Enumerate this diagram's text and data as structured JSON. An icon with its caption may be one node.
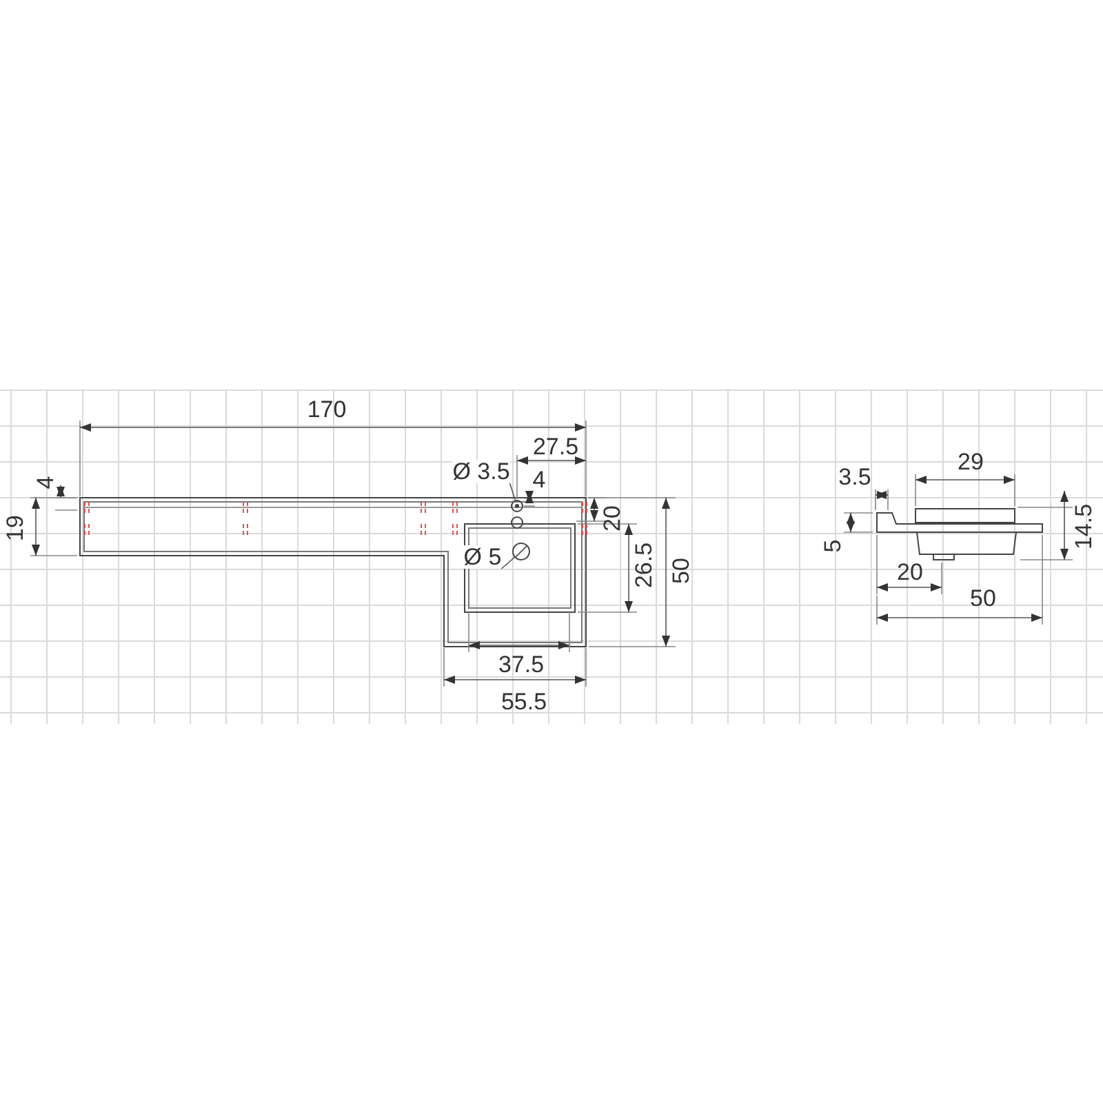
{
  "diagram": {
    "nodes": [
      {
        "text": [
          "Ø 3.5"
        ]
      },
      {
        "text": [],
        "shape": "circle"
      },
      {
        "text": [
          "Ø 5"
        ]
      },
      {
        "text": [],
        "shape": "circle"
      }
    ],
    "edges": [
      {
        "from": 0,
        "to": 1,
        "arrow": "none"
      },
      {
        "from": 2,
        "to": 3,
        "arrow": "none"
      }
    ],
    "labels": [
      "170",
      "27.5",
      "4",
      "19",
      "4",
      "20",
      "50",
      "26.5",
      "37.5",
      "55.5",
      "3.5",
      "29",
      "5",
      "14.5",
      "20",
      "50"
    ]
  }
}
